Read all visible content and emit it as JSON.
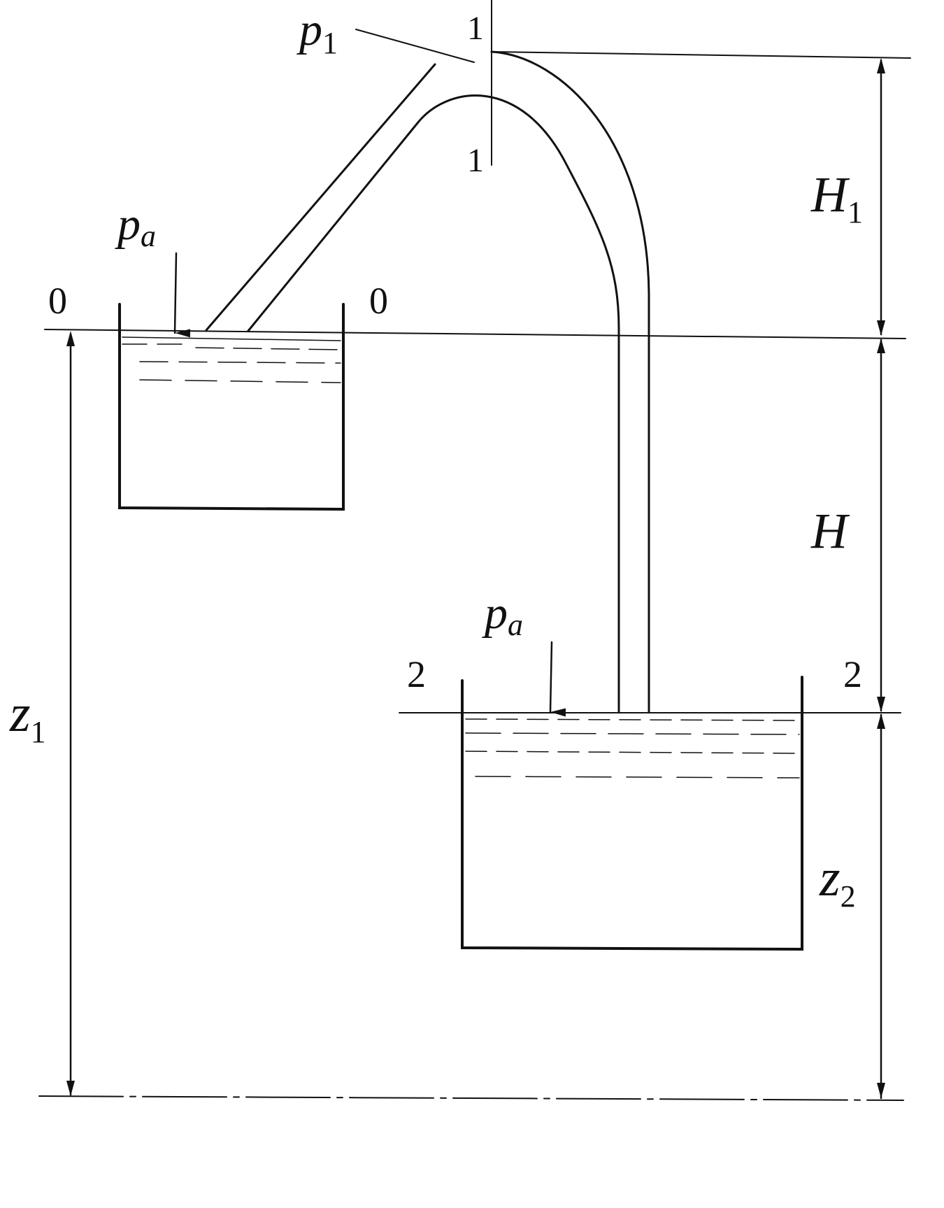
{
  "colors": {
    "ink": "#111111",
    "background": "#ffffff"
  },
  "labels": {
    "p1": {
      "main": "p",
      "sub": "1"
    },
    "pa_upper": {
      "main": "p",
      "sub": "a"
    },
    "pa_lower": {
      "main": "p",
      "sub": "a"
    },
    "section_0_left": "0",
    "section_0_right": "0",
    "section_1_top": "1",
    "section_1_bottom": "1",
    "section_2_left": "2",
    "section_2_right": "2",
    "H1": {
      "main": "H",
      "sub": "1"
    },
    "H": {
      "main": "H",
      "sub": ""
    },
    "z1": {
      "main": "z",
      "sub": "1"
    },
    "z2": {
      "main": "z",
      "sub": "2"
    }
  }
}
